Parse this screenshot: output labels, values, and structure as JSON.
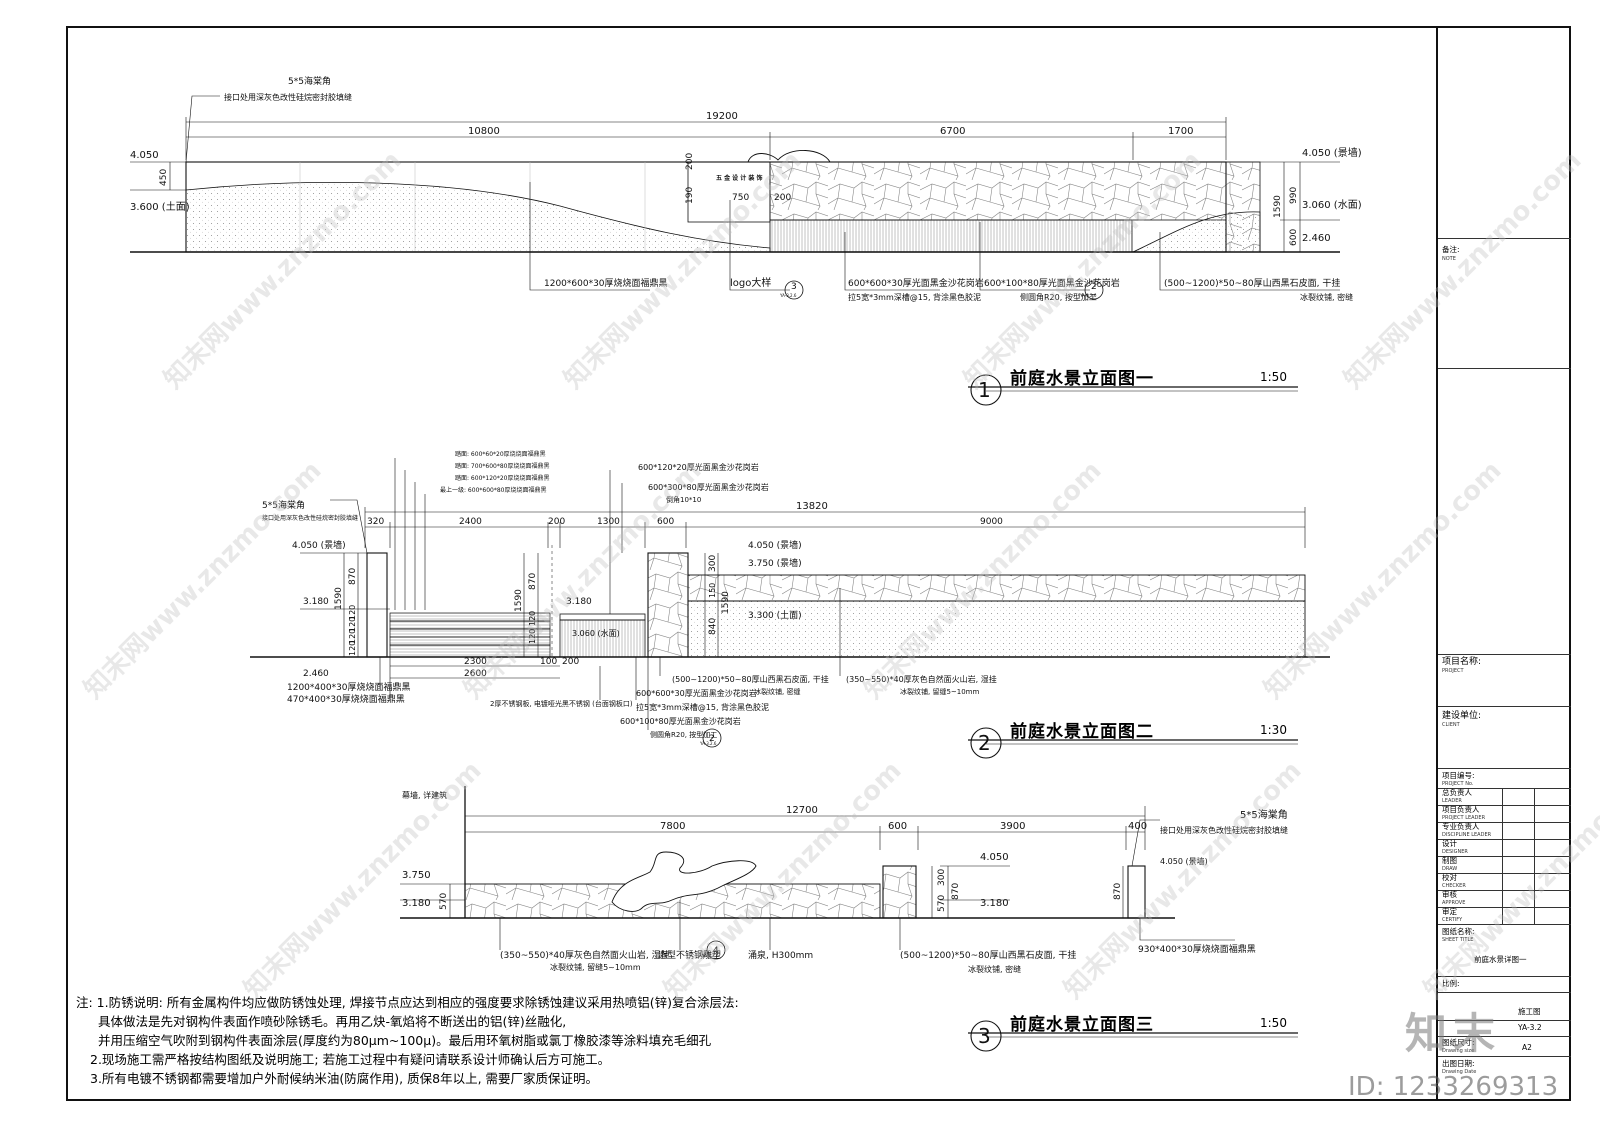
{
  "sheet": {
    "title_block": {
      "note_cn": "备注:",
      "note_en": "NOTE",
      "project_name_cn": "项目名称:",
      "project_name_en": "PROJECT",
      "client_cn": "建设单位:",
      "client_en": "CLIENT",
      "project_no_cn": "项目编号:",
      "project_no_en": "PROJECT No.",
      "rows": [
        {
          "cn": "总负责人",
          "en": "LEADER"
        },
        {
          "cn": "项目负责人",
          "en": "PROJECT LEADER"
        },
        {
          "cn": "专业负责人",
          "en": "DISCIPLINE LEADER"
        },
        {
          "cn": "设计",
          "en": "DESIGNER"
        },
        {
          "cn": "制图",
          "en": "DRAW"
        },
        {
          "cn": "校对",
          "en": "CHECKER"
        },
        {
          "cn": "审核",
          "en": "APPROVE"
        },
        {
          "cn": "审定",
          "en": "CERTIFY"
        }
      ],
      "sheet_title_cn": "图纸名称:",
      "sheet_title_en": "SHEET TITLE",
      "sheet_title_value": "前庭水景详图一",
      "scale_cn": "比例:",
      "stage_value": "施工图",
      "sheet_no_value": "YA-3.2",
      "size_cn": "图纸尺寸:",
      "size_en": "Drawing size",
      "size_value": "A2",
      "date_cn": "出图日期:",
      "date_en": "Drawing Date"
    },
    "drawings": [
      {
        "num": "1",
        "title": "前庭水景立面图一",
        "scale": "1:50"
      },
      {
        "num": "2",
        "title": "前庭水景立面图二",
        "scale": "1:30"
      },
      {
        "num": "3",
        "title": "前庭水景立面图三",
        "scale": "1:50"
      }
    ],
    "notes": [
      "注: 1.防锈说明: 所有金属构件均应做防锈蚀处理, 焊接节点应达到相应的强度要求除锈蚀建议采用热喷铝(锌)复合涂层法:",
      "具体做法是先对钢构件表面作喷砂除锈毛。再用乙炔-氧焰将不断送出的铝(锌)丝融化,",
      "并用压缩空气吹附到钢构件表面涂层(厚度约为80μm~100μ)。最后用环氧树脂或氯丁橡胶漆等涂料填充毛细孔",
      "2.现场施工需严格按结构图纸及说明施工; 若施工过程中有疑问请联系设计师确认后方可施工。",
      "3.所有电镀不锈钢都需要增加户外耐候纳米油(防腐作用), 质保8年以上, 需要厂家质保证明。"
    ],
    "elev1": {
      "dims_top": [
        "19200",
        "10800",
        "6700",
        "1700"
      ],
      "dims_small": [
        "200",
        "190",
        "750",
        "200"
      ],
      "dims_right": [
        "990",
        "1590",
        "600"
      ],
      "dim_left": "450",
      "levels": [
        "4.050",
        "3.600 (土面)",
        "4.050 (景墙)",
        "3.060 (水面)",
        "2.460"
      ],
      "callout_top_1": "5*5海棠角",
      "callout_top_2": "接口处用深灰色改性硅烷密封胶填缝",
      "logo_text": "五 金 设 计 装 饰",
      "labels": [
        "1200*600*30厚烧烧面福鼎黑",
        "logo大样",
        "600*600*30厚光面黑金沙花岗岩",
        "拉5宽*3mm深槽@15, 背涂黑色胶泥",
        "600*100*80厚光面黑金沙花岗岩",
        "侧圆角R20, 按型加工",
        "(500~1200)*50~80厚山西黑石皮面, 干挂",
        "冰裂纹铺, 密缝"
      ],
      "ref3": "3",
      "ref2": "2",
      "ref_sheet": "YA-3.2.6"
    },
    "elev2": {
      "dims_top": [
        "13820",
        "320",
        "2400",
        "200",
        "1300",
        "600",
        "9000"
      ],
      "dims_bottom": [
        "2300",
        "2600",
        "100",
        "200"
      ],
      "dims_vert_left": [
        "870",
        "1590",
        "120",
        "120",
        "120",
        "120"
      ],
      "dims_vert_mid": [
        "870",
        "1590",
        "120",
        "120"
      ],
      "dims_vert_right": [
        "300",
        "1590",
        "840",
        "150"
      ],
      "levels": [
        "4.050 (景墙)",
        "3.180",
        "2.460",
        "3.180",
        "3.060 (水面)",
        "4.050 (景墙)",
        "3.750 (景墙)",
        "3.300 (土面)"
      ],
      "callout_top_1": "5*5海棠角",
      "callout_top_2": "接口处用深灰色改性硅烷密封胶填缝",
      "stair_labels": [
        "踏面: 600*60*20厚烧烧面福鼎黑",
        "踏面: 700*600*80厚烧烧面福鼎黑",
        "踏面: 600*120*20厚烧烧面福鼎黑",
        "最上一级: 600*600*80厚烧烧面福鼎黑"
      ],
      "top_labels": [
        "600*120*20厚光面黑金沙花岗岩",
        "600*300*80厚光面黑金沙花岗岩",
        "倒角10*10"
      ],
      "labels": [
        "1200*400*30厚烧烧面福鼎黑",
        "470*400*30厚烧烧面福鼎黑",
        "2厚不锈钢板, 电镀哑光黑不锈钢 (台面钢板口)",
        "600*600*30厚光面黑金沙花岗岩",
        "拉5宽*3mm深槽@15, 背涂黑色胶泥",
        "600*100*80厚光面黑金沙花岗岩",
        "侧圆角R20, 按型加工",
        "(500~1200)*50~80厚山西黑石皮面, 干挂",
        "冰裂纹铺, 密缝",
        "(350~550)*40厚灰色自然面火山岩, 湿挂",
        "冰裂纹铺, 留缝5~10mm"
      ],
      "ref2": "2",
      "ref_sheet": "YA-3.2.6"
    },
    "elev3": {
      "dims_top": [
        "12700",
        "7800",
        "600",
        "3900",
        "400"
      ],
      "dims_vert": [
        "570",
        "300",
        "570",
        "870",
        "870"
      ],
      "levels": [
        "3.750",
        "3.180",
        "4.050",
        "3.180",
        "4.050 (景墙)"
      ],
      "top_left_label": "幕墙, 详建筑",
      "callout_top_1": "5*5海棠角",
      "callout_top_2": "接口处用深灰色改性硅烷密封胶填缝",
      "labels": [
        "(350~550)*40厚灰色自然面火山岩, 湿挂",
        "冰裂纹铺, 留缝5~10mm",
        "造型不锈钢雕塑",
        "涌泉, H300mm",
        "(500~1200)*50~80厚山西黑石皮面, 干挂",
        "冰裂纹铺, 密缝",
        "930*400*30厚烧烧面福鼎黑"
      ],
      "ref4": "4",
      "ref_sheet": "YA-3.2.6"
    },
    "watermark": "知末网www.znzmo.com",
    "brand": "知末",
    "id_tag": "ID: 1233269313"
  }
}
